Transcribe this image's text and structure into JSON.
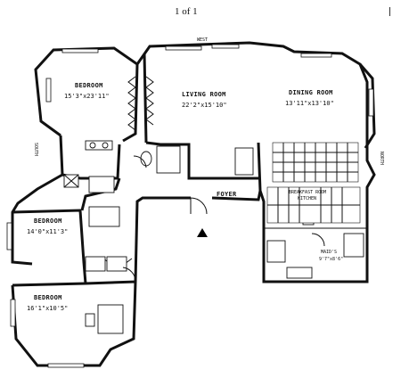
{
  "header": {
    "page_indicator": "1 of 1"
  },
  "compass": {
    "west": "WEST",
    "north": "NORTH",
    "south": "SOUTH"
  },
  "rooms": {
    "master_bedroom": {
      "name": "BEDROOM",
      "size": "15'3\"x23'11\""
    },
    "living_room": {
      "name": "LIVING ROOM",
      "size": "22'2\"x15'10\""
    },
    "dining_room": {
      "name": "DINING ROOM",
      "size": "13'11\"x13'10\""
    },
    "bedroom_2": {
      "name": "BEDROOM",
      "size": "14'0\"x11'3\""
    },
    "bedroom_3": {
      "name": "BEDROOM",
      "size": "16'1\"x10'5\""
    },
    "foyer": {
      "name": "FOYER"
    },
    "kitchen": {
      "name": "BREAKFAST ROOM",
      "size": "KITCHEN"
    },
    "maids": {
      "name": "MAID'S",
      "size": "9'7\"x8'6\""
    }
  }
}
